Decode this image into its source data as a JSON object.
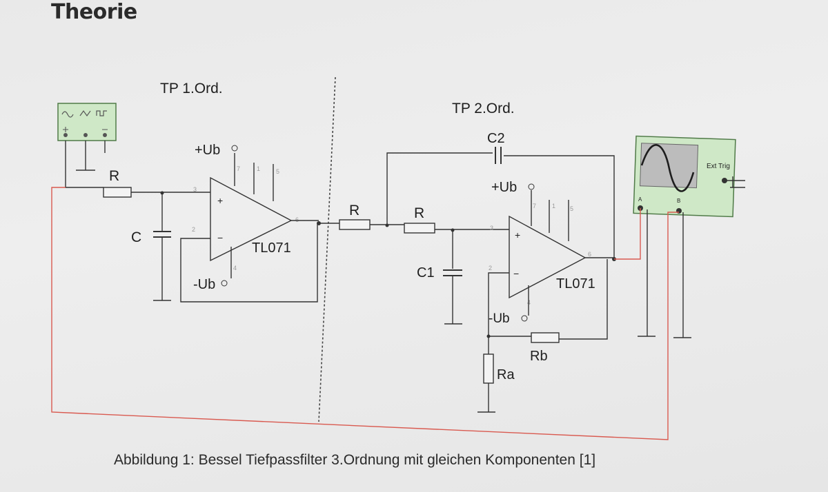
{
  "page": {
    "heading": "Theorie",
    "caption": "Abbildung 1: Bessel Tiefpassfilter 3.Ordnung mit gleichen Komponenten [1]"
  },
  "diagram": {
    "stage1": {
      "title": "TP 1.Ord.",
      "resistor": "R",
      "capacitor": "C",
      "opamp": "TL071",
      "vpos": "+Ub",
      "vneg": "-Ub",
      "plus": "+",
      "minus": "−",
      "pins": {
        "p3": "3",
        "p2": "2",
        "p7": "7",
        "p1": "1",
        "p5": "5",
        "p6": "6",
        "p4": "4"
      }
    },
    "stage2": {
      "title": "TP 2.Ord.",
      "resistor_1": "R",
      "resistor_2": "R",
      "capacitor_1": "C1",
      "capacitor_2": "C2",
      "opamp": "TL071",
      "vpos": "+Ub",
      "vneg": "-Ub",
      "plus": "+",
      "minus": "−",
      "feedback_resistor_a": "Ra",
      "feedback_resistor_b": "Rb",
      "pins": {
        "p3": "3",
        "p2": "2",
        "p7": "7",
        "p1": "1",
        "p5": "5",
        "p6": "6",
        "p4": "4"
      }
    },
    "oscilloscope": {
      "trigger_label": "Ext Trig",
      "channel_a": "A",
      "channel_b": "B"
    },
    "colors": {
      "wire": "#333333",
      "measurement_wire": "#d9594f",
      "instrument_fill": "#cfe8c7",
      "instrument_border": "#4f7a47"
    }
  }
}
